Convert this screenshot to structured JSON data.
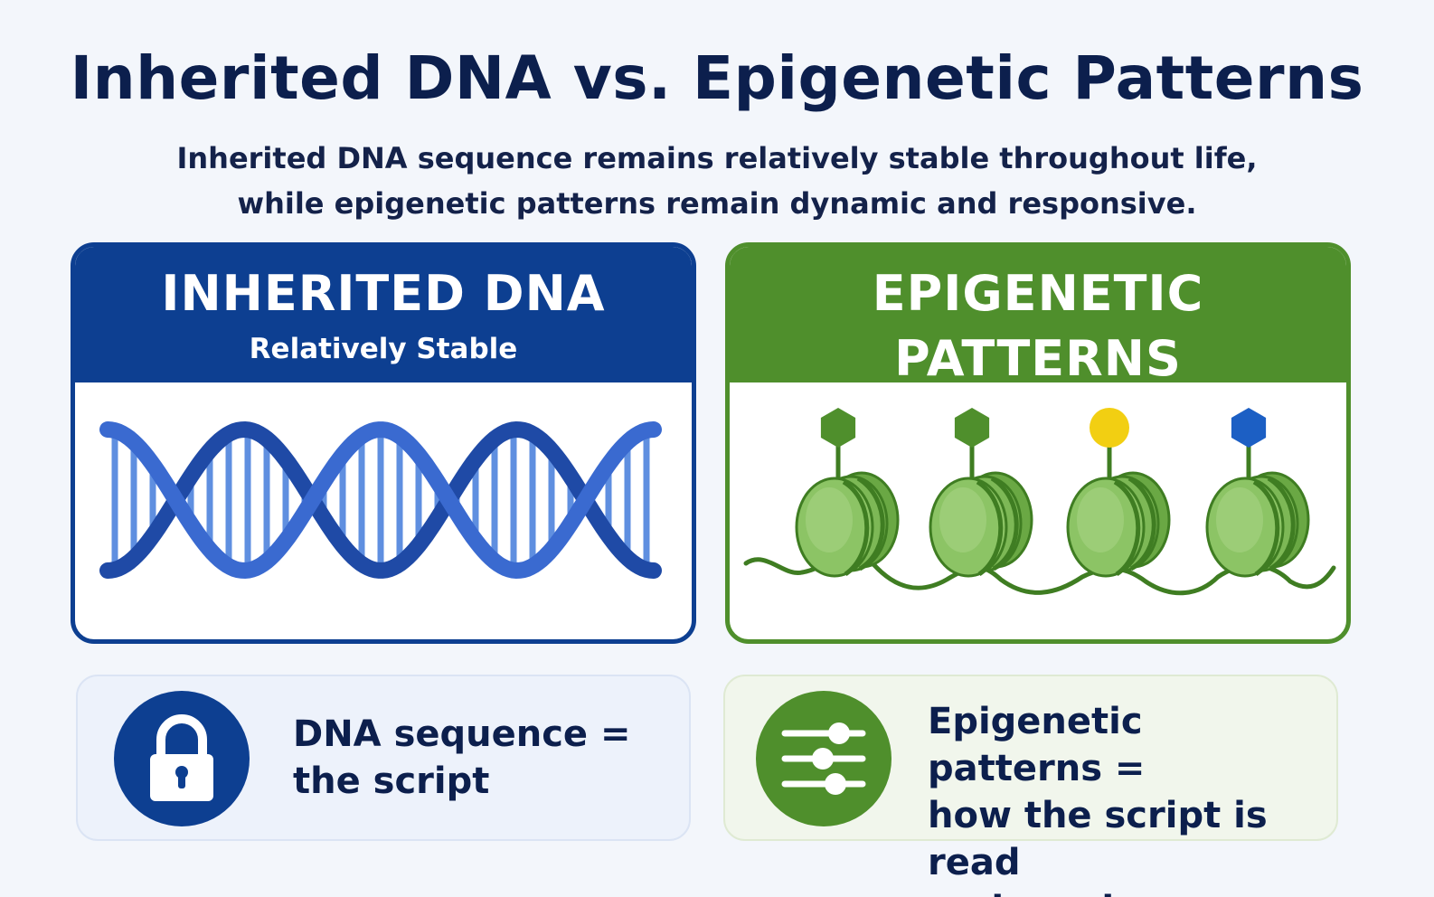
{
  "title": "Inherited DNA vs. Epigenetic Patterns",
  "subtitle_line1": "Inherited DNA sequence remains relatively stable throughout life,",
  "subtitle_line2": "while epigenetic patterns remain dynamic and responsive.",
  "colors": {
    "dna_blue": "#0d3f91",
    "helix_blue": "#2f5fc0",
    "epi_green": "#4f8f2c",
    "nucleosome_green": "#8cc465",
    "mark_yellow": "#f2cf12",
    "mark_blue": "#1c5fc4"
  },
  "dna_card": {
    "title": "INHERITED DNA",
    "subtitle": "Relatively Stable",
    "art_icon": "dna-double-helix"
  },
  "epi_card": {
    "title": "EPIGENETIC PATTERNS",
    "subtitle": "Dynamic and Responsive",
    "art_icon": "nucleosomes-with-marks",
    "marks": [
      "green-hexagon",
      "green-hexagon",
      "yellow-circle",
      "blue-hexagon"
    ]
  },
  "dna_info": {
    "icon": "lock-icon",
    "line1": "DNA sequence =",
    "line2": "the script"
  },
  "epi_info": {
    "icon": "sliders-icon",
    "line1": "Epigenetic patterns =",
    "line2": "how the script is read",
    "line3": "and used"
  }
}
